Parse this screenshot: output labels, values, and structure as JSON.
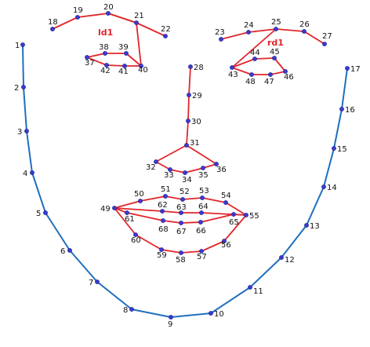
{
  "colors": {
    "jaw_line": "#1f6fbf",
    "feature_line": "#e0262b",
    "point_fill": "#3a3ad6",
    "point_stroke": "#1a1a80",
    "label_text": "#111111",
    "region_label": "#e0262b"
  },
  "regions": {
    "left_eye_label": "ld1",
    "right_eye_label": "rd1"
  },
  "landmarks": [
    {
      "id": "1"
    },
    {
      "id": "2"
    },
    {
      "id": "3"
    },
    {
      "id": "4"
    },
    {
      "id": "5"
    },
    {
      "id": "6"
    },
    {
      "id": "7"
    },
    {
      "id": "8"
    },
    {
      "id": "9"
    },
    {
      "id": "10"
    },
    {
      "id": "11"
    },
    {
      "id": "12"
    },
    {
      "id": "13"
    },
    {
      "id": "14"
    },
    {
      "id": "15"
    },
    {
      "id": "16"
    },
    {
      "id": "17"
    },
    {
      "id": "18"
    },
    {
      "id": "19"
    },
    {
      "id": "20"
    },
    {
      "id": "21"
    },
    {
      "id": "22"
    },
    {
      "id": "23"
    },
    {
      "id": "24"
    },
    {
      "id": "25"
    },
    {
      "id": "26"
    },
    {
      "id": "27"
    },
    {
      "id": "28"
    },
    {
      "id": "29"
    },
    {
      "id": "30"
    },
    {
      "id": "31"
    },
    {
      "id": "32"
    },
    {
      "id": "33"
    },
    {
      "id": "34"
    },
    {
      "id": "35"
    },
    {
      "id": "36"
    },
    {
      "id": "37"
    },
    {
      "id": "38"
    },
    {
      "id": "39"
    },
    {
      "id": "40"
    },
    {
      "id": "41"
    },
    {
      "id": "42"
    },
    {
      "id": "43"
    },
    {
      "id": "44"
    },
    {
      "id": "45"
    },
    {
      "id": "46"
    },
    {
      "id": "47"
    },
    {
      "id": "48"
    },
    {
      "id": "49"
    },
    {
      "id": "50"
    },
    {
      "id": "51"
    },
    {
      "id": "52"
    },
    {
      "id": "53"
    },
    {
      "id": "54"
    },
    {
      "id": "55"
    },
    {
      "id": "56"
    },
    {
      "id": "57"
    },
    {
      "id": "58"
    },
    {
      "id": "59"
    },
    {
      "id": "60"
    },
    {
      "id": "61"
    },
    {
      "id": "62"
    },
    {
      "id": "63"
    },
    {
      "id": "64"
    },
    {
      "id": "65"
    },
    {
      "id": "66"
    },
    {
      "id": "67"
    },
    {
      "id": "68"
    }
  ]
}
